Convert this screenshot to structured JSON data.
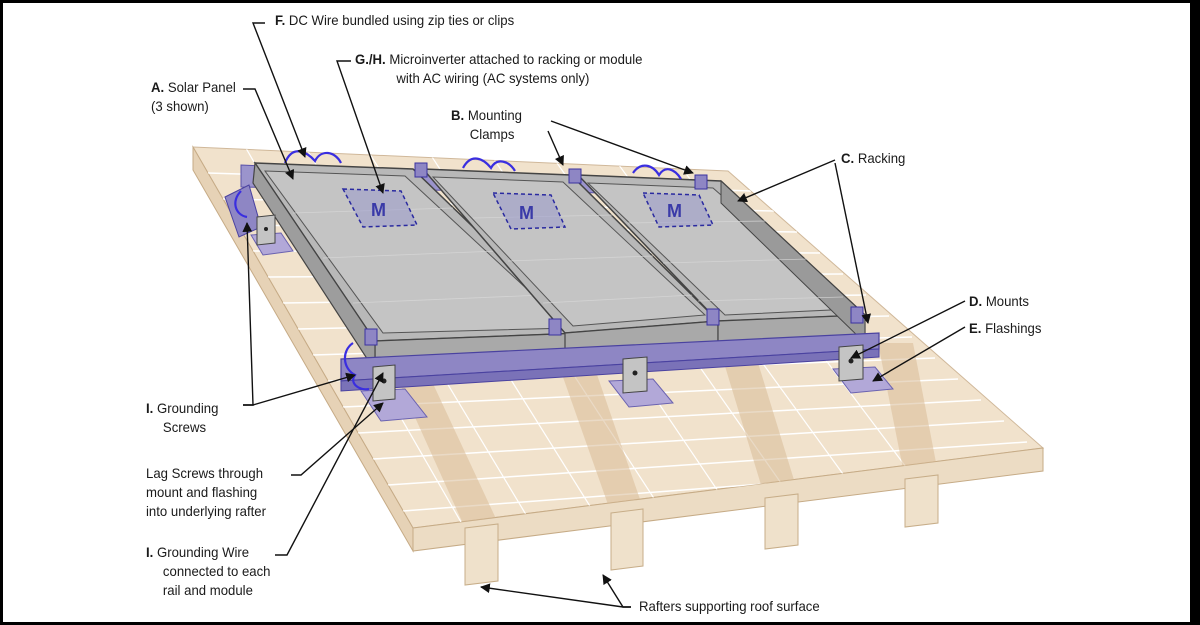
{
  "callouts": {
    "f": {
      "letter": "F.",
      "text": "DC Wire bundled using zip ties or clips"
    },
    "g": {
      "letter": "G./H.",
      "text": "Microinverter attached to racking or module",
      "text2": "with AC wiring (AC systems only)"
    },
    "a": {
      "letter": "A.",
      "text": "Solar Panel",
      "text2": "(3 shown)"
    },
    "b": {
      "letter": "B.",
      "text": "Mounting",
      "text2": "Clamps"
    },
    "c": {
      "letter": "C.",
      "text": "Racking"
    },
    "d": {
      "letter": "D.",
      "text": "Mounts"
    },
    "e": {
      "letter": "E.",
      "text": "Flashings"
    },
    "i1": {
      "letter": "I.",
      "text": "Grounding",
      "text2": "Screws"
    },
    "lag": {
      "text": "Lag Screws through",
      "text2": "mount and flashing",
      "text3": "into underlying rafter"
    },
    "i2": {
      "letter": "I.",
      "text": "Grounding Wire",
      "text2": "connected to each",
      "text3": "rail and module"
    },
    "rafters": {
      "text": "Rafters supporting roof surface"
    }
  },
  "microinverter_mark": "M",
  "colors": {
    "roof": "#f1e2cc",
    "shingle_line": "#ffffff",
    "rafter": "#d8bc98",
    "panel": "#b4b4b4",
    "panel_frame": "#a8a8a8",
    "rail": "#8e86c4",
    "wire": "#3a2ee0",
    "outline": "#4a4a4a"
  }
}
